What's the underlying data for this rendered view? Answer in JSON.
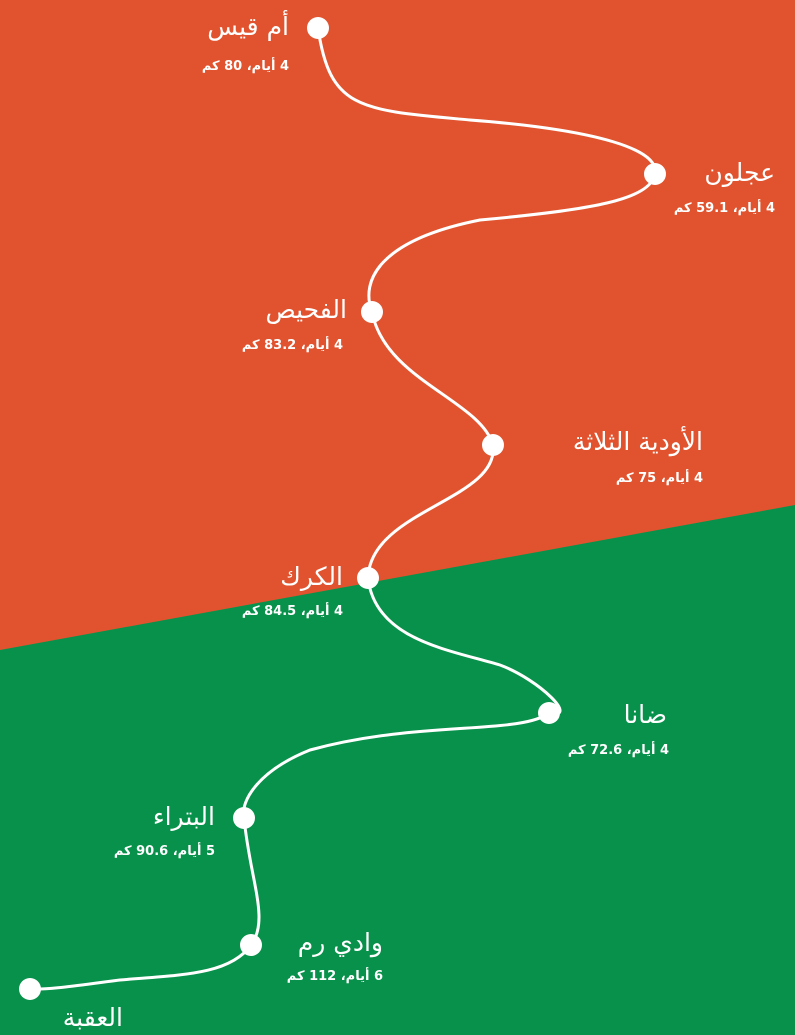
{
  "colors": {
    "top": "#E0532E",
    "bottom": "#07914A",
    "line": "#FFFFFF"
  },
  "stops": [
    {
      "name": "أم قيس",
      "meta": "4 أيام، 80 كم"
    },
    {
      "name": "عجلون",
      "meta": "4 أيام، 59.1 كم"
    },
    {
      "name": "الفحيص",
      "meta": "4 أيام، 83.2 كم"
    },
    {
      "name": "الأودية الثلاثة",
      "meta": "4 أيام، 75 كم"
    },
    {
      "name": "الكرك",
      "meta": "4 أيام، 84.5 كم"
    },
    {
      "name": "ضانا",
      "meta": "4 أيام، 72.6 كم"
    },
    {
      "name": "البتراء",
      "meta": "5 أيام، 90.6 كم"
    },
    {
      "name": "وادي رم",
      "meta": "6 أيام، 112 كم"
    },
    {
      "name": "العقبة"
    }
  ]
}
